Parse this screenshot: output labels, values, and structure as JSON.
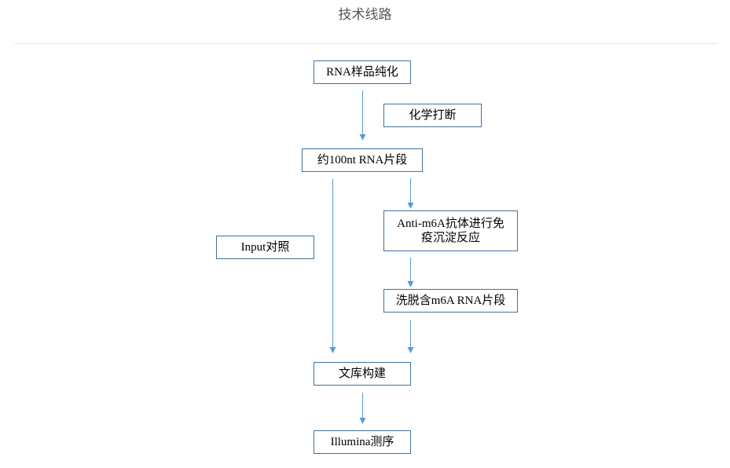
{
  "header": {
    "title": "技术线路"
  },
  "flow": {
    "rna_purification": "RNA样品纯化",
    "chemical_fragmentation": "化学打断",
    "rna_fragments": "约100nt RNA片段",
    "immunoprecipitation": [
      "Anti-m6A抗体进行免",
      "疫沉淀反应"
    ],
    "input_control": "Input对照",
    "elution": "洗脱含m6A RNA片段",
    "library_construction": "文库构建",
    "sequencing": "Illumina测序"
  },
  "colors": {
    "title_text": "#555555",
    "divider": "#e6e6e6",
    "box_border": "#41719c",
    "arrow": "#5b9bd5",
    "node_text": "#000000"
  }
}
